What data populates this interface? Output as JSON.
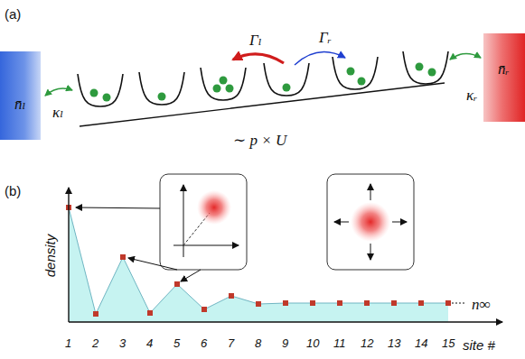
{
  "diagram": {
    "nodes": [
      {
        "text": [
          "n̄ₗ"
        ]
      },
      {
        "text": [
          "n̄ᵣ"
        ]
      }
    ],
    "labels": [
      "(a)",
      "κₗ",
      "Γₗ",
      "Γᵣ",
      "κᵣ",
      "∼ p × U",
      "(b)",
      "density",
      "1",
      "2",
      "3",
      "4",
      "5",
      "6",
      "7",
      "8",
      "9",
      "10",
      "11",
      "12",
      "13",
      "14",
      "15",
      "site #",
      "n∞"
    ]
  }
}
